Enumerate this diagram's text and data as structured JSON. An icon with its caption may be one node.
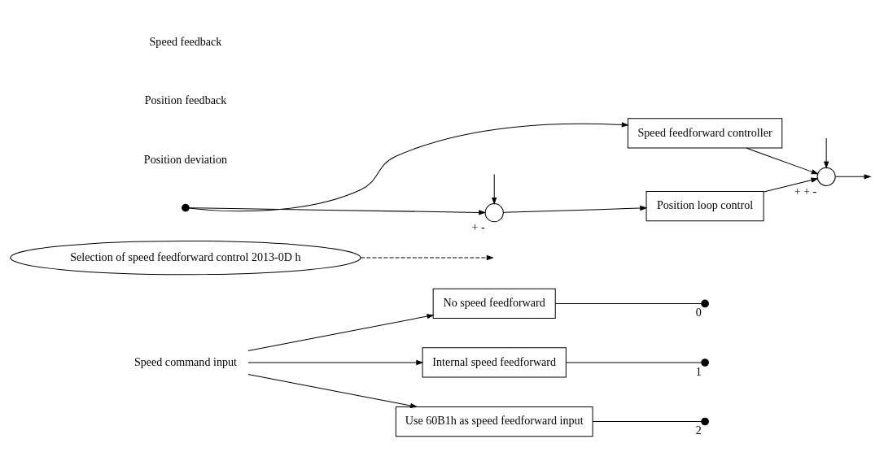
{
  "diagram": {
    "nodes": [
      {
        "text": [
          "Speed command input"
        ]
      },
      {
        "text": [
          "No speed feedforward"
        ]
      },
      {
        "text": [
          "Internal speed feedforward"
        ]
      },
      {
        "text": [
          "Use 60B1h as speed feedforward input"
        ]
      },
      {
        "text": [
          "Selection of speed feedforward control 2013-0D h"
        ]
      },
      {
        "text": [],
        "shape": "dot",
        "beside": [
          "0"
        ]
      },
      {
        "text": [],
        "shape": "dot",
        "beside": [
          "1"
        ]
      },
      {
        "text": [],
        "shape": "dot",
        "beside": [
          "2"
        ]
      },
      {
        "text": [],
        "shape": "dot"
      },
      {
        "text": [],
        "shape": "circle",
        "beside": [
          "+",
          "-"
        ]
      },
      {
        "text": [
          "Position loop control"
        ]
      },
      {
        "text": [],
        "shape": "circle",
        "beside": [
          "+",
          "+",
          "-"
        ]
      },
      {
        "text": [
          "Speed feedforward controller"
        ]
      }
    ],
    "edges": [
      {
        "from": 0,
        "to": 1,
        "arrow": "to"
      },
      {
        "from": 0,
        "to": 2,
        "arrow": "to"
      },
      {
        "from": 0,
        "to": 3,
        "arrow": "to"
      },
      {
        "from": 1,
        "to": 5,
        "arrow": "none"
      },
      {
        "from": 2,
        "to": 6,
        "arrow": "none"
      },
      {
        "from": 3,
        "to": 7,
        "arrow": "none"
      },
      {
        "from": 4,
        "to": null,
        "arrow": "to",
        "style": "dashed"
      },
      {
        "from": 8,
        "to": 9,
        "arrow": "to"
      },
      {
        "from": 8,
        "to": 12,
        "arrow": "to"
      },
      {
        "from": 12,
        "to": 11,
        "arrow": "to"
      },
      {
        "from": 9,
        "to": 10,
        "arrow": "to"
      },
      {
        "from": 10,
        "to": 11,
        "arrow": "to"
      },
      {
        "from": 11,
        "to": null,
        "arrow": "to"
      },
      {
        "from": null,
        "to": 9,
        "arrow": "to"
      },
      {
        "from": null,
        "to": 11,
        "arrow": "to"
      }
    ],
    "labels": [
      "Position deviation",
      "Position feedback",
      "Speed feedback"
    ]
  }
}
